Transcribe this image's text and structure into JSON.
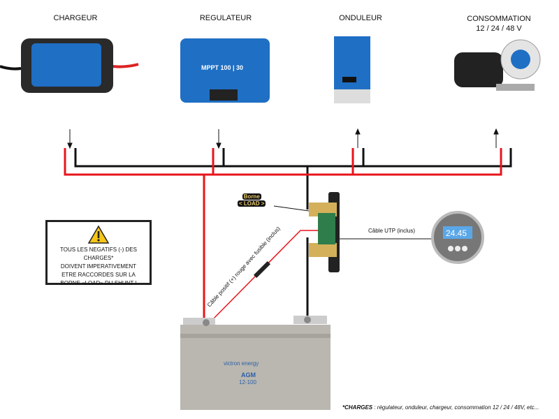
{
  "devices": [
    {
      "label": "CHARGEUR",
      "icon": "battery-charger-icon"
    },
    {
      "label": "REGULATEUR",
      "icon": "solar-charge-controller-icon",
      "text": "MPPT 100 | 30"
    },
    {
      "label": "ONDULEUR",
      "icon": "inverter-icon"
    },
    {
      "label": "CONSOMMATION\n12 / 24 / 48 V",
      "icon": "water-pump-icon"
    }
  ],
  "shunt": {
    "label_line1": "Borne",
    "label_line2": "< LOAD >"
  },
  "cables": {
    "positive": "Câble positif (+) rouge avec fusible (inclus)",
    "utp": "Câble UTP (inclus)"
  },
  "monitor": {
    "display": "24.45"
  },
  "warning": {
    "icon": "warning-icon",
    "lines": [
      "TOUS LES NEGATIFS (-) DES CHARGES*",
      "DOIVENT IMPERATIVEMENT",
      "ETRE RACCORDES SUR LA",
      "BORNE «LOAD» DU SHUNT !"
    ]
  },
  "battery": {
    "brand": "victron energy",
    "type": "AGM",
    "model": "12-100"
  },
  "footnote": {
    "bold": "*CHARGES",
    "text": " : régulateur, onduleur, chargeur, consommation 12 / 24 / 48V, etc..."
  },
  "colors": {
    "positive": "#e8141b",
    "negative": "#111111",
    "device_blue": "#1f6fc4"
  }
}
